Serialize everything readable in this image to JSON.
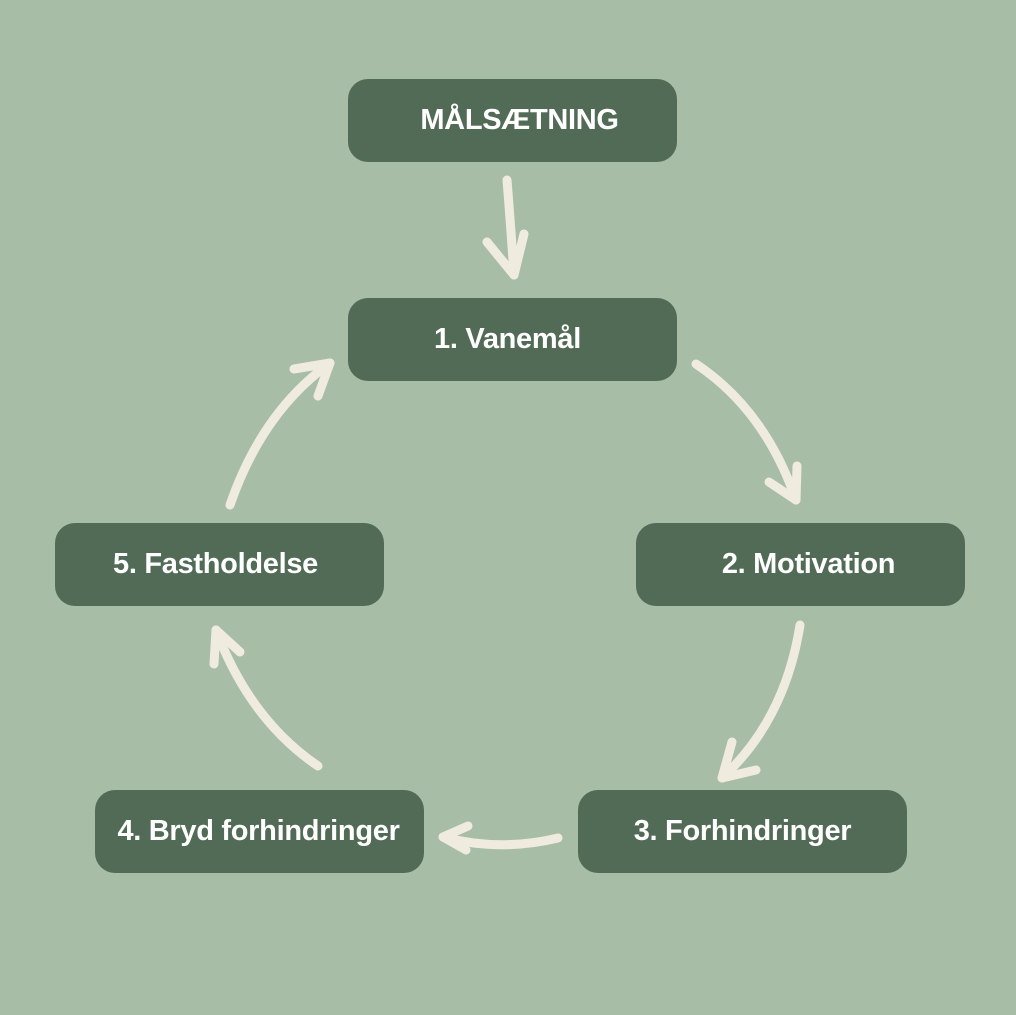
{
  "diagram": {
    "goal": {
      "label": "MÅLSÆTNING"
    },
    "steps": [
      {
        "label": "1. Vanemål"
      },
      {
        "label": "2. Motivation"
      },
      {
        "label": "3. Forhindringer"
      },
      {
        "label": "4. Bryd forhindringer"
      },
      {
        "label": "5. Fastholdelse"
      }
    ]
  },
  "colors": {
    "background": "#a8bda5",
    "node_fill": "#526b56",
    "node_text": "#ffffff",
    "arrow": "#f0ebdf"
  }
}
